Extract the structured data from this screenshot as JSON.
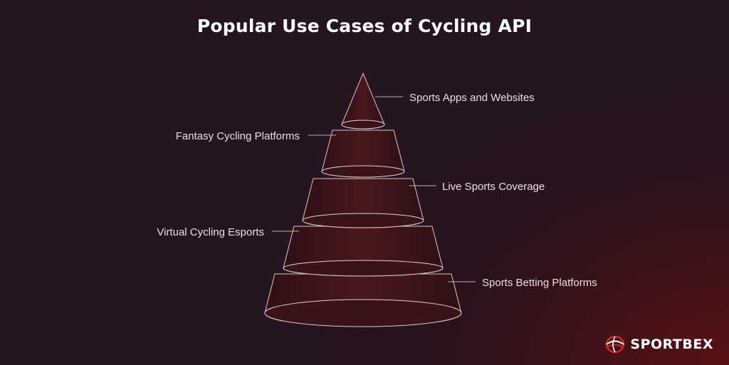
{
  "title": "Popular Use Cases of Cycling API",
  "tiers": [
    {
      "label": "Sports Apps and Websites",
      "side": "right"
    },
    {
      "label": "Fantasy Cycling Platforms",
      "side": "left"
    },
    {
      "label": "Live Sports Coverage",
      "side": "right"
    },
    {
      "label": "Virtual Cycling Esports",
      "side": "left"
    },
    {
      "label": "Sports Betting Platforms",
      "side": "right"
    }
  ],
  "brand": {
    "name": "SPORTBEX",
    "accent_color": "#d8262b"
  },
  "colors": {
    "tier_fill": "#3d1519",
    "outline": "#d9c5c8"
  }
}
